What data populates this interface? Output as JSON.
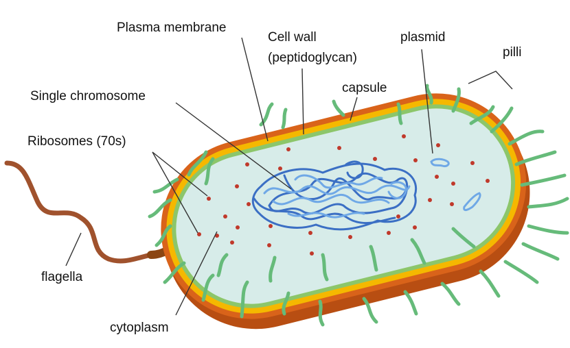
{
  "labels": {
    "plasma_membrane": "Plasma membrane",
    "cell_wall_line1": "Cell wall",
    "cell_wall_line2": "(peptidoglycan)",
    "plasmid": "plasmid",
    "pilli": "pilli",
    "capsule": "capsule",
    "single_chromosome": "Single chromosome",
    "ribosomes": "Ribosomes (70s)",
    "flagella": "flagella",
    "cytoplasm": "cytoplasm"
  },
  "colors": {
    "capsule_outer": "#d9631a",
    "capsule_dark": "#b84e12",
    "cell_wall": "#f5b800",
    "plasma_membrane": "#8cc66a",
    "cytoplasm": "#d7ece9",
    "chromosome_dark": "#3b6fc4",
    "chromosome_light": "#6fa8e6",
    "ribosome": "#c0392b",
    "pili": "#66bb7a",
    "flagellum": "#a0522d"
  }
}
